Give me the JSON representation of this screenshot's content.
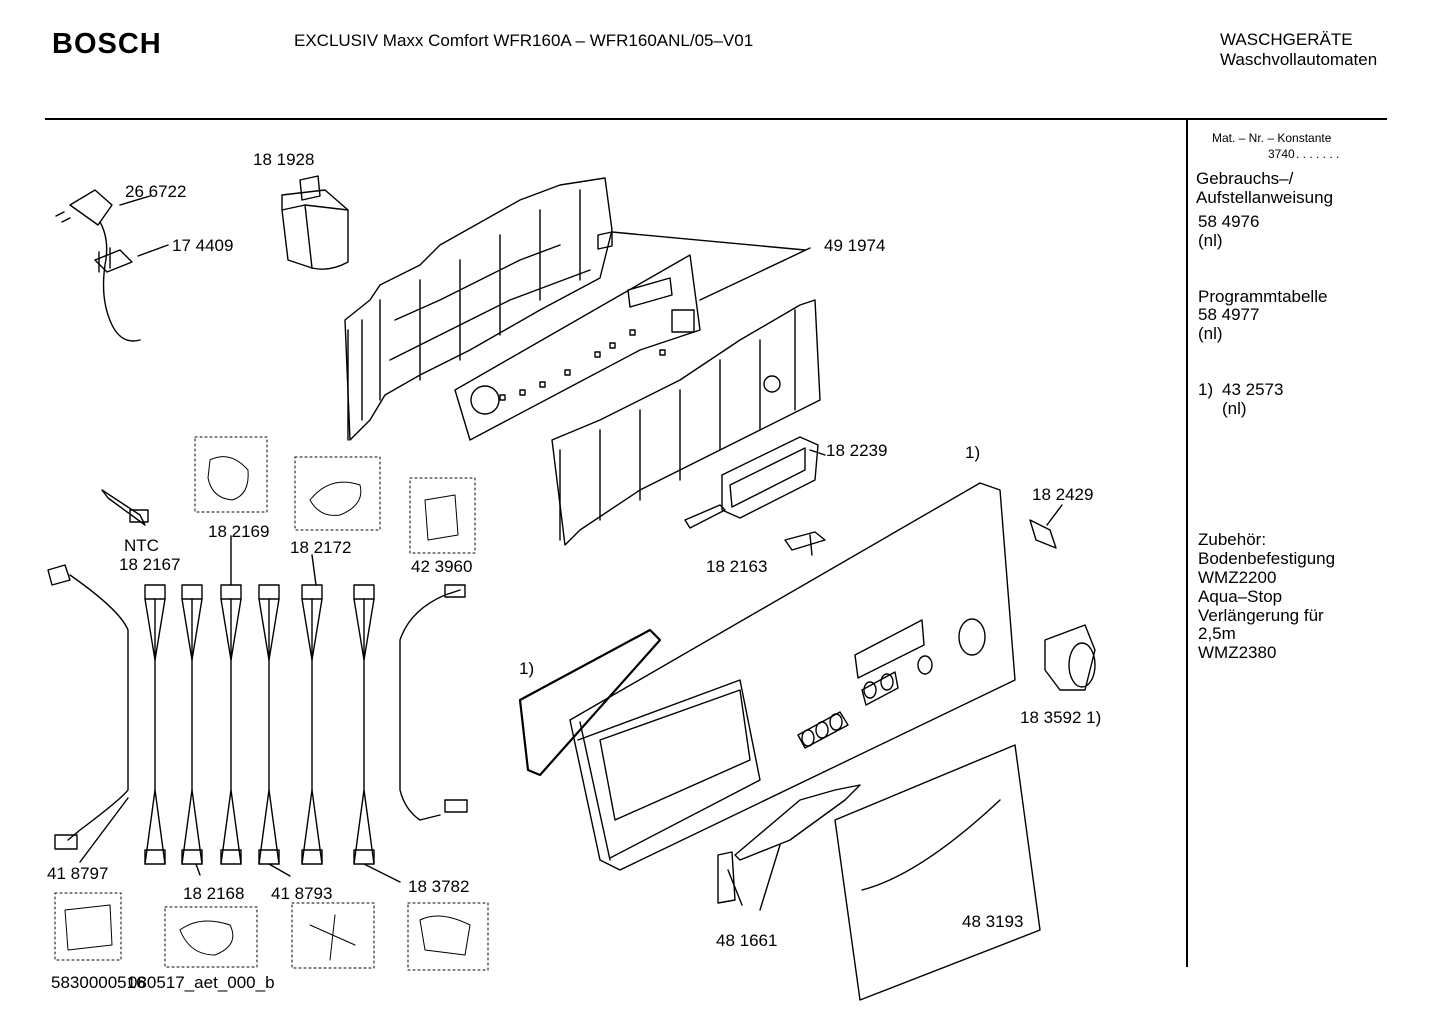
{
  "header": {
    "brand": "BOSCH",
    "model": "EXCLUSIV Maxx Comfort WFR160A – WFR160ANL/05–V01",
    "category_line1": "WASCHGERÄTE",
    "category_line2": "Waschvollautomaten"
  },
  "parts": {
    "p266722": "26 6722",
    "p174409": "17 4409",
    "p181928": "18 1928",
    "p491974": "49 1974",
    "p182239": "18 2239",
    "p182163": "18 2163",
    "p182429": "18 2429",
    "fn1_top": "1)",
    "fn1_left": "1)",
    "p183592": "18 3592 1)",
    "p483193": "48 3193",
    "p481661": "48 1661",
    "ntc": "NTC",
    "p182167": "18 2167",
    "p182169": "18 2169",
    "p182172": "18 2172",
    "p423960": "42 3960",
    "p418797": "41 8797",
    "p182168": "18 2168",
    "p418793": "41 8793",
    "p183782": "18 3782"
  },
  "footer": {
    "code": "5830000516",
    "code_overlap": "080517_aet_000_b"
  },
  "sidebar": {
    "mat_label": "Mat. – Nr. – Konstante",
    "mat_value": "3740",
    "mat_dots": ". . .  . . . .",
    "doc1_title_1": "Gebrauchs–/",
    "doc1_title_2": "Aufstellanweisung",
    "doc1_number": "58 4976",
    "doc1_lang": "(nl)",
    "doc2_title": "Programmtabelle",
    "doc2_number": "58 4977",
    "doc2_lang": "(nl)",
    "fn_marker": "1)",
    "fn_number": "43 2573",
    "fn_lang": "(nl)",
    "acc_title": "Zubehör:",
    "acc_1": "Bodenbefestigung",
    "acc_2": "WMZ2200",
    "acc_3": "Aqua–Stop",
    "acc_4": "Verlängerung für",
    "acc_5": "2,5m",
    "acc_6": "WMZ2380"
  }
}
